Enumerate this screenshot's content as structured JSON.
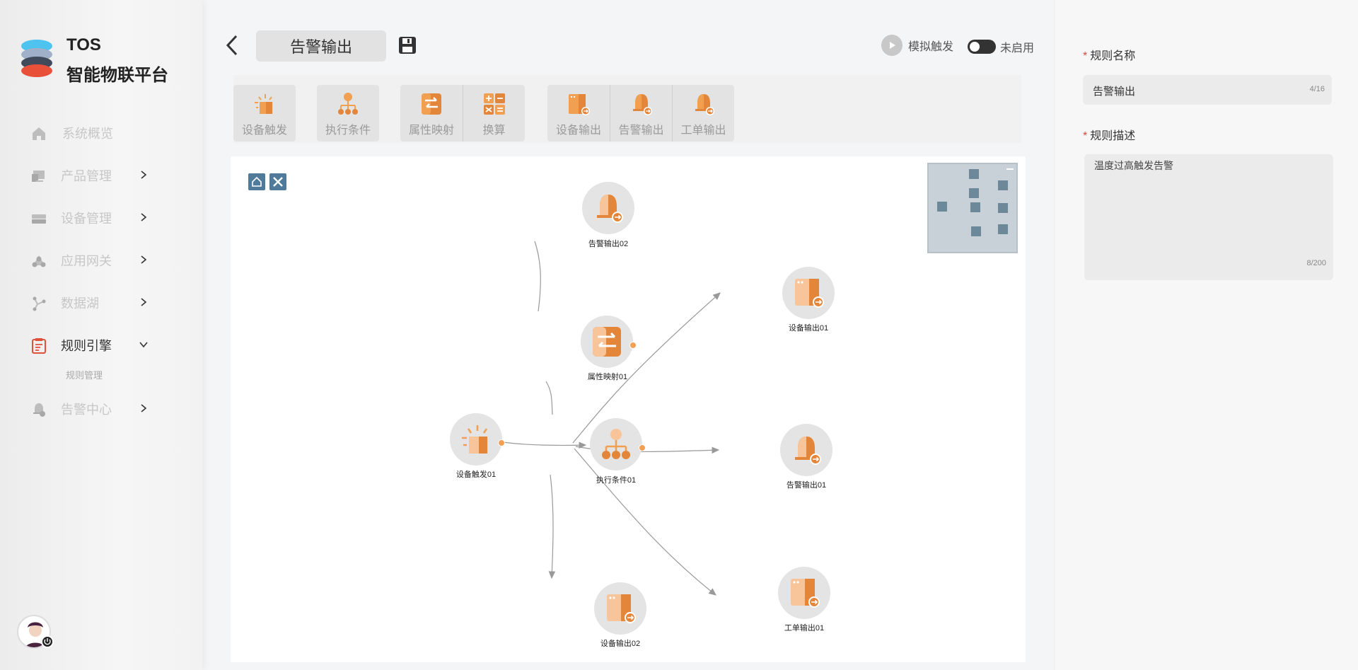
{
  "brand": {
    "title": "TOS",
    "subtitle": "智能物联平台"
  },
  "sidebar": {
    "items": [
      {
        "label": "系统概览",
        "icon": "home-icon"
      },
      {
        "label": "产品管理",
        "icon": "product-icon"
      },
      {
        "label": "设备管理",
        "icon": "device-icon"
      },
      {
        "label": "应用网关",
        "icon": "gateway-icon"
      },
      {
        "label": "数据湖",
        "icon": "data-lake-icon"
      },
      {
        "label": "规则引擎",
        "icon": "rule-engine-icon"
      },
      {
        "label": "告警中心",
        "icon": "alarm-icon"
      }
    ],
    "sub_item": "规则管理"
  },
  "header": {
    "title": "告警输出",
    "simulate_label": "模拟触发",
    "toggle_label": "未启用"
  },
  "toolbar": {
    "groups": [
      [
        {
          "label": "设备触发"
        }
      ],
      [
        {
          "label": "执行条件"
        }
      ],
      [
        {
          "label": "属性映射"
        },
        {
          "label": "换算"
        }
      ],
      [
        {
          "label": "设备输出"
        },
        {
          "label": "告警输出"
        },
        {
          "label": "工单输出"
        }
      ]
    ]
  },
  "flow": {
    "nodes": {
      "alarm02": "告警输出02",
      "mapping01": "属性映射01",
      "trigger01": "设备触发01",
      "cond01": "执行条件01",
      "devout01": "设备输出01",
      "alarm01": "告警输出01",
      "ticket01": "工单输出01",
      "devout02": "设备输出02"
    }
  },
  "panel": {
    "name_label": "规则名称",
    "name_value": "告警输出",
    "name_count": "4/16",
    "desc_label": "规则描述",
    "desc_value": "温度过高触发告警",
    "desc_count": "8/200"
  },
  "colors": {
    "accent": "#f0a050",
    "node_bg": "#e4e4e4",
    "canvas_ctrl": "#4f7a99"
  }
}
